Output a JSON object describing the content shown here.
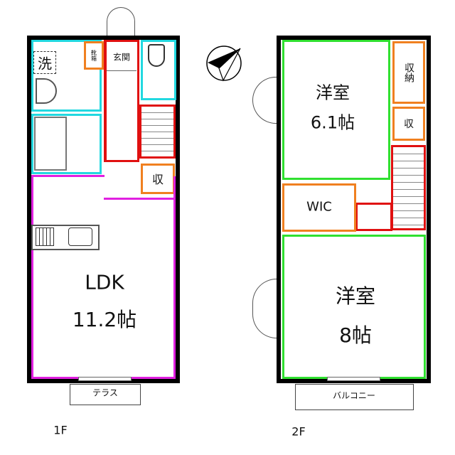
{
  "floor1": {
    "label": "1F",
    "rooms": {
      "wash": "洗",
      "shoe_box": "靴箱",
      "entrance": "玄関",
      "storage": "収",
      "ldk_name": "LDK",
      "ldk_size": "11.2帖"
    },
    "terrace": "テラス"
  },
  "floor2": {
    "label": "2F",
    "rooms": {
      "room1_name": "洋室",
      "room1_size": "6.1帖",
      "closet": "収納",
      "storage": "収",
      "wic": "WIC",
      "room2_name": "洋室",
      "room2_size": "8帖"
    },
    "balcony": "バルコニー"
  },
  "colors": {
    "bath": "#22d8e0",
    "storage": "#f08020",
    "hall": "#e01010",
    "ldk": "#e020e0",
    "bedroom": "#30e030"
  }
}
